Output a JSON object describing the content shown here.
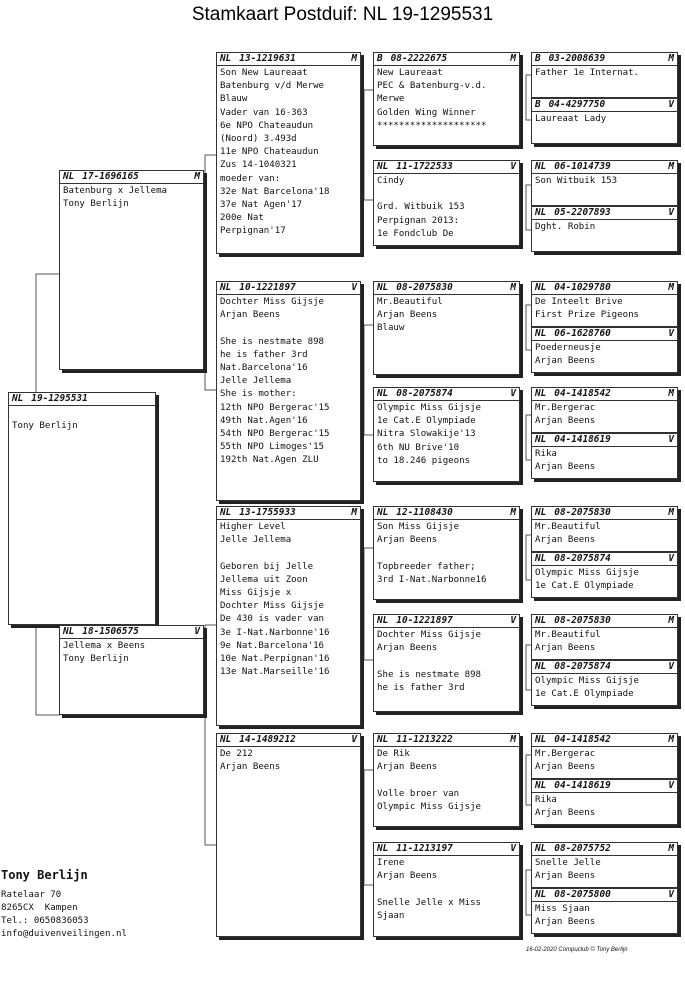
{
  "title": "Stamkaart Postduif:  NL   19-1295531",
  "cards": [
    {
      "country": "NL",
      "ring": "19-1295531",
      "sex": "",
      "text": "\nTony Berlijn"
    },
    {
      "country": "NL",
      "ring": "17-1696165",
      "sex": "M",
      "text": "Batenburg x Jellema\nTony Berlijn"
    },
    {
      "country": "NL",
      "ring": "18-1506575",
      "sex": "V",
      "text": "Jellema x Beens\nTony Berlijn"
    },
    {
      "country": "NL",
      "ring": "13-1219631",
      "sex": "M",
      "text": "Son New Laureaat\nBatenburg v/d Merwe\nBlauw\nVader van 16-363\n6e NPO Chateaudun\n(Noord) 3.493d\n11e NPO Chateaudun\nZus 14-1040321\nmoeder van:\n32e Nat Barcelona'18\n37e Nat Agen'17\n200e Nat\nPerpignan'17"
    },
    {
      "country": "NL",
      "ring": "10-1221897",
      "sex": "V",
      "text": "Dochter Miss Gijsje\nArjan Beens\n\nShe is nestmate 898\nhe is father 3rd\nNat.Barcelona'16\nJelle Jellema\nShe is mother:\n12th NPO Bergerac'15\n49th Nat.Agen'16\n54th NPO Bergerac'15\n55th NPO Limoges'15\n192th Nat.Agen ZLU"
    },
    {
      "country": "NL",
      "ring": "13-1755933",
      "sex": "M",
      "text": "Higher Level\nJelle Jellema\n\nGeboren bij Jelle\nJellema uit Zoon\nMiss Gijsje x\nDochter Miss Gijsje\nDe 430 is vader van\n3e I-Nat.Narbonne'16\n9e Nat.Barcelona'16\n10e Nat.Perpignan'16\n13e Nat.Marseille'16"
    },
    {
      "country": "NL",
      "ring": "14-1489212",
      "sex": "V",
      "text": "De 212\nArjan Beens"
    },
    {
      "country": "B",
      "ring": "08-2222675",
      "sex": "M",
      "text": "New Laureaat\nPEC & Batenburg-v.d.\nMerwe\nGolden Wing Winner\n********************"
    },
    {
      "country": "NL",
      "ring": "11-1722533",
      "sex": "V",
      "text": "Cindy\n\nGrd. Witbuik 153\nPerpignan 2013:\n1e Fondclub De"
    },
    {
      "country": "NL",
      "ring": "08-2075830",
      "sex": "M",
      "text": "Mr.Beautiful\nArjan Beens\nBlauw"
    },
    {
      "country": "NL",
      "ring": "08-2075874",
      "sex": "V",
      "text": "Olympic Miss Gijsje\n1e Cat.E Olympiade\nNitra Slowakije'13\n6th NU Brive'10\nto 18.246 pigeons"
    },
    {
      "country": "NL",
      "ring": "12-1108430",
      "sex": "M",
      "text": "Son Miss Gijsje\nArjan Beens\n\nTopbreeder father;\n3rd I-Nat.Narbonne16"
    },
    {
      "country": "NL",
      "ring": "10-1221897",
      "sex": "V",
      "text": "Dochter Miss Gijsje\nArjan Beens\n\nShe is nestmate 898\nhe is father 3rd"
    },
    {
      "country": "NL",
      "ring": "11-1213222",
      "sex": "M",
      "text": "De Rik\nArjan Beens\n\nVolle broer van\nOlympic Miss Gijsje"
    },
    {
      "country": "NL",
      "ring": "11-1213197",
      "sex": "V",
      "text": "Irene\nArjan Beens\n\nSnelle Jelle x Miss\nSjaan"
    },
    {
      "country": "B",
      "ring": "03-2008639",
      "sex": "M",
      "text": "Father 1e Internat."
    },
    {
      "country": "B",
      "ring": "04-4297750",
      "sex": "V",
      "text": "Laureaat Lady"
    },
    {
      "country": "NL",
      "ring": "06-1014739",
      "sex": "M",
      "text": "Son Witbuik 153"
    },
    {
      "country": "NL",
      "ring": "05-2207893",
      "sex": "V",
      "text": "Dght. Robin"
    },
    {
      "country": "NL",
      "ring": "04-1029780",
      "sex": "M",
      "text": "De Inteelt Brive\nFirst Prize Pigeons"
    },
    {
      "country": "NL",
      "ring": "06-1628760",
      "sex": "V",
      "text": "Poederneusje\nArjan Beens"
    },
    {
      "country": "NL",
      "ring": "04-1418542",
      "sex": "M",
      "text": "Mr.Bergerac\nArjan Beens"
    },
    {
      "country": "NL",
      "ring": "04-1418619",
      "sex": "V",
      "text": "Rika\nArjan Beens"
    },
    {
      "country": "NL",
      "ring": "08-2075830",
      "sex": "M",
      "text": "Mr.Beautiful\nArjan Beens"
    },
    {
      "country": "NL",
      "ring": "08-2075874",
      "sex": "V",
      "text": "Olympic Miss Gijsje\n1e Cat.E Olympiade"
    },
    {
      "country": "NL",
      "ring": "08-2075830",
      "sex": "M",
      "text": "Mr.Beautiful\nArjan Beens"
    },
    {
      "country": "NL",
      "ring": "08-2075874",
      "sex": "V",
      "text": "Olympic Miss Gijsje\n1e Cat.E Olympiade"
    },
    {
      "country": "NL",
      "ring": "04-1418542",
      "sex": "M",
      "text": "Mr.Bergerac\nArjan Beens"
    },
    {
      "country": "NL",
      "ring": "04-1418619",
      "sex": "V",
      "text": "Rika\nArjan Beens"
    },
    {
      "country": "NL",
      "ring": "08-2075752",
      "sex": "M",
      "text": "Snelle Jelle\nArjan Beens"
    },
    {
      "country": "NL",
      "ring": "08-2075800",
      "sex": "V",
      "text": "Miss Sjaan\nArjan Beens"
    }
  ],
  "owner": {
    "name": "Tony Berlijn",
    "address": "Ratelaar 70\n8265CX  Kampen\nTel.: 0650836053\ninfo@duivenveilingen.nl"
  },
  "footer": "16-02-2020     Compuclub © Tony Berlijn"
}
